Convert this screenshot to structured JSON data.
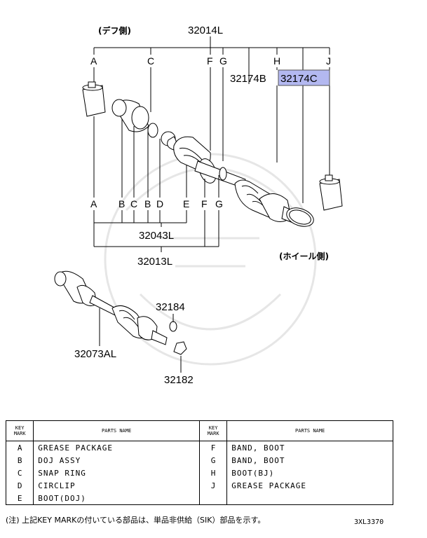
{
  "diagram": {
    "label_diff_side": "(デフ側)",
    "label_wheel_side": "(ホイール側)",
    "part_32014L": "32014L",
    "part_32174B": "32174B",
    "part_32174C": "32174C",
    "part_32043L": "32043L",
    "part_32013L": "32013L",
    "part_32184": "32184",
    "part_32073AL": "32073AL",
    "part_32182": "32182",
    "highlight_color": "#b3b8f0",
    "top_keys": [
      "A",
      "C",
      "F",
      "G",
      "H",
      "J"
    ],
    "bottom_keys": [
      "A",
      "B",
      "C",
      "B",
      "D",
      "E",
      "F",
      "G"
    ]
  },
  "table": {
    "key_header_1": "KEY",
    "key_header_2": "MARK",
    "name_header": "PARTS NAME",
    "left_rows": [
      {
        "key": "A",
        "name": "GREASE PACKAGE"
      },
      {
        "key": "B",
        "name": "DOJ ASSY"
      },
      {
        "key": "C",
        "name": "SNAP RING"
      },
      {
        "key": "D",
        "name": "CIRCLIP"
      },
      {
        "key": "E",
        "name": "BOOT(DOJ)"
      }
    ],
    "right_rows": [
      {
        "key": "F",
        "name": "BAND, BOOT"
      },
      {
        "key": "G",
        "name": "BAND, BOOT"
      },
      {
        "key": "H",
        "name": "BOOT(BJ)"
      },
      {
        "key": "J",
        "name": "GREASE PACKAGE"
      },
      {
        "key": "",
        "name": ""
      }
    ]
  },
  "footer": {
    "note": "(注) 上記KEY MARKの付いている部品は、単品非供給（SIK）部品を示す。",
    "ref_code": "3XL3370"
  }
}
